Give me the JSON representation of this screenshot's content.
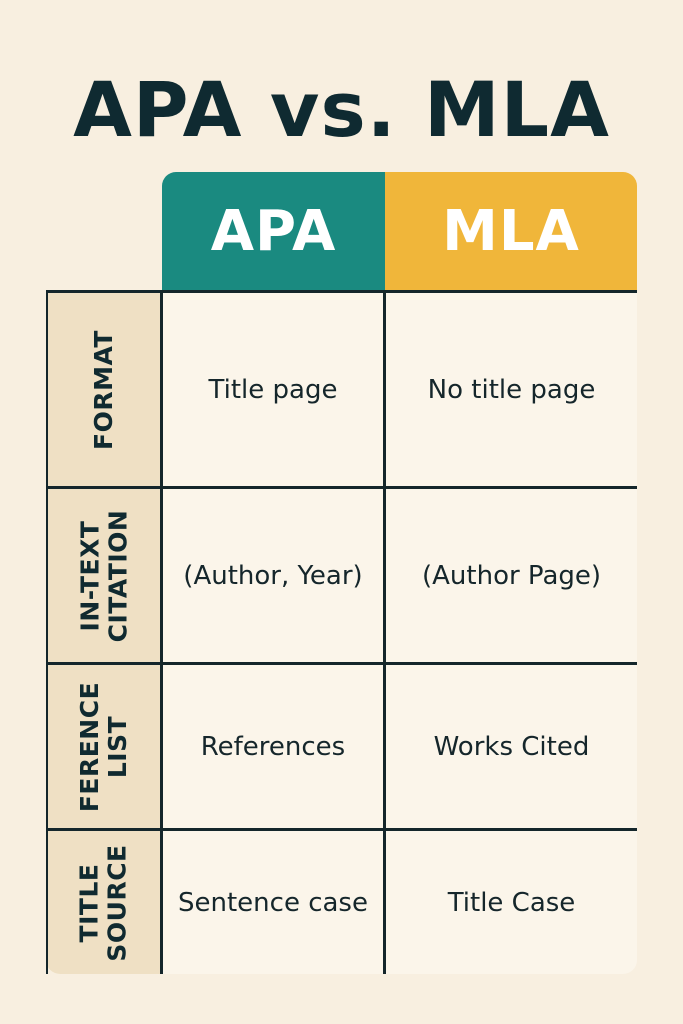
{
  "title": "APA vs. MLA",
  "headers": {
    "apa": "APA",
    "mla": "MLA"
  },
  "rows": [
    {
      "label": "FORMAT",
      "apa": "Title page",
      "mla": "No title page"
    },
    {
      "label": "IN-TEXT\nCITATION",
      "apa": "(Author, Year)",
      "mla": "(Author Page)"
    },
    {
      "label": "FERENCE\nLIST",
      "apa": "References",
      "mla": "Works Cited"
    },
    {
      "label": "TITLE\nSOURCE",
      "apa": "Sentence case",
      "mla": "Title Case"
    }
  ],
  "colors": {
    "apa_header": "#1a8a80",
    "mla_header": "#f0b63a",
    "background": "#f8efe0",
    "label_column": "#efe0c4"
  }
}
